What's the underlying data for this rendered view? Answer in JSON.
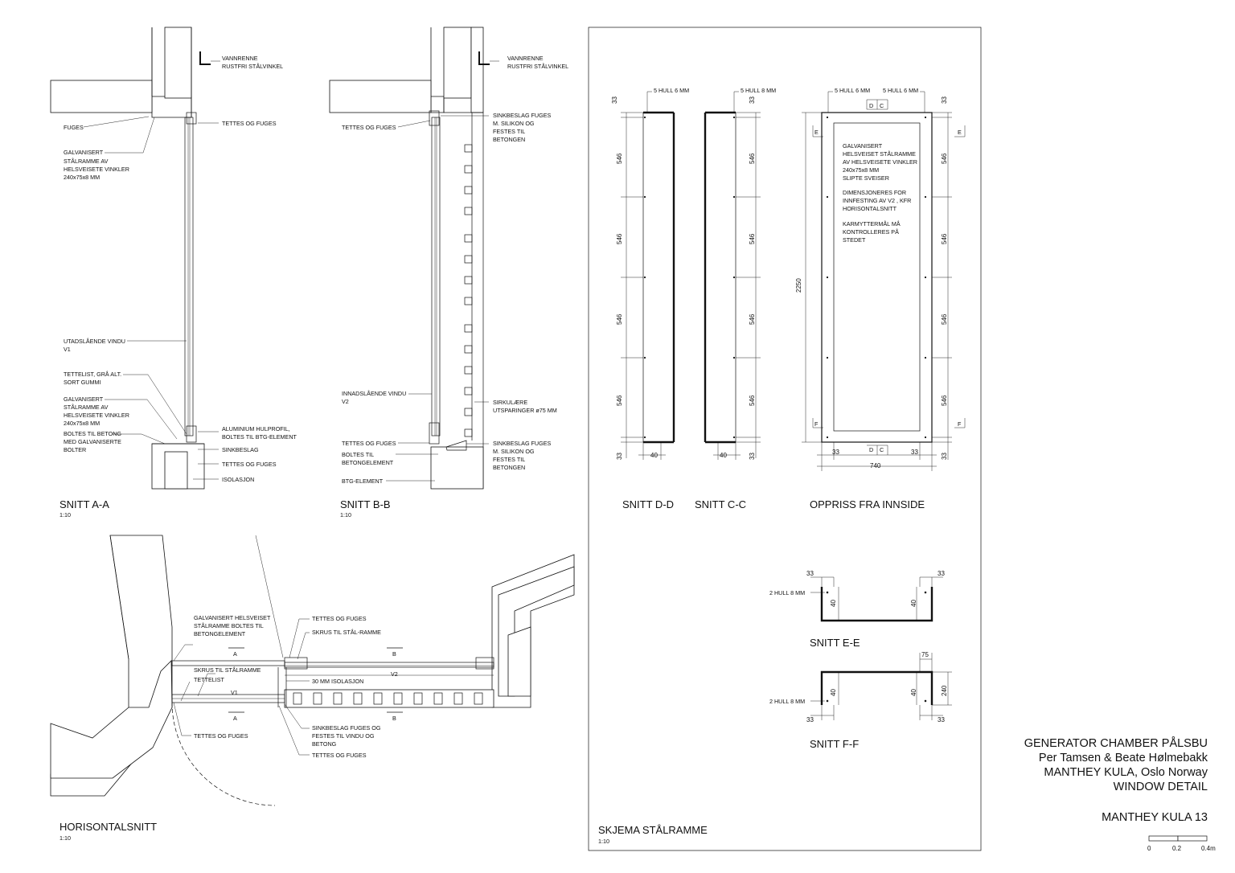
{
  "title_block": {
    "project": "GENERATOR CHAMBER PÅLSBU",
    "authors": "Per Tamsen & Beate Hølmebakk",
    "office": "MANTHEY KULA, Oslo Norway",
    "sheet": "WINDOW DETAIL",
    "number": "MANTHEY KULA 13"
  },
  "scale_bar": {
    "labels": [
      "0",
      "0.2",
      "0.4m"
    ]
  },
  "sections": {
    "a": {
      "title": "SNITT A-A",
      "scale": "1:10",
      "labels": [
        "VANNRENNE",
        "RUSTFRI STÅLVINKEL",
        "FUGES",
        "TETTES OG FUGES",
        "GALVANISERT",
        "STÅLRAMME AV",
        "HELSVEISETE VINKLER",
        "240x75x8 MM",
        "UTADSLÅENDE VINDU",
        "V1",
        "TETTELIST, GRÅ ALT.",
        "SORT GUMMI",
        "GALVANISERT",
        "STÅLRAMME AV",
        "HELSVEISETE VINKLER",
        "240x75x8 MM",
        "BOLTES TIL BETONG",
        "MED GALVANISERTE",
        "BOLTER",
        "ALUMINIUM HULPROFIL,",
        "BOLTES TIL BTG-ELEMENT",
        "SINKBESLAG",
        "TETTES OG FUGES",
        "ISOLASJON"
      ]
    },
    "b": {
      "title": "SNITT B-B",
      "scale": "1:10",
      "labels": [
        "VANNRENNE",
        "RUSTFRI STÅLVINKEL",
        "TETTES OG FUGES",
        "SINKBESLAG FUGES",
        "M. SILIKON OG",
        "FESTES TIL",
        "BETONGEN",
        "SIRKULÆRE",
        "UTSPARINGER ø75 MM",
        "INNADSLÅENDE VINDU",
        "V2",
        "TETTES OG FUGES",
        "BOLTES TIL",
        "BETONGELEMENT",
        "BTG-ELEMENT",
        "SINKBESLAG FUGES",
        "M. SILIKON OG",
        "FESTES TIL",
        "BETONGEN"
      ]
    },
    "h": {
      "title": "HORISONTALSNITT",
      "scale": "1:10",
      "labels": [
        "GALVANISERT HELSVEISET",
        "STÅLRAMME BOLTES TIL",
        "BETONGELEMENT",
        "SKRUS TIL STÅLRAMME",
        "TETTELIST",
        "V1",
        "TETTES OG FUGES",
        "TETTES OG FUGES",
        "SKRUS TIL STÅL-RAMME",
        "V2",
        "30 MM ISOLASJON",
        "SINKBESLAG FUGES OG",
        "FESTES TIL VINDU OG",
        "BETONG",
        "TETTES OG FUGES"
      ],
      "marks": [
        "A",
        "A",
        "B",
        "B"
      ]
    },
    "skjema": {
      "title": "SKJEMA STÅLRAMME",
      "scale": "1:10",
      "dd_title": "SNITT D-D",
      "cc_title": "SNITT C-C",
      "opp_title": "OPPRISS FRA INNSIDE",
      "ee_title": "SNITT E-E",
      "ff_title": "SNITT F-F",
      "hull_6": "5 HULL 6 MM",
      "hull_8": "5 HULL 8 MM",
      "hull_2_8": "2 HULL 8 MM",
      "dims": [
        "33",
        "546",
        "546",
        "546",
        "546",
        "33",
        "40",
        "2250",
        "740",
        "75",
        "240"
      ],
      "note_lines": [
        "GALVANISERT",
        "HELSVEISET STÅLRAMME",
        "AV HELSVEISETE VINKLER",
        "240x75x8 MM",
        "SLIPTE SVEISER",
        "DIMENSJONERES FOR",
        "INNFESTING AV V2 , KFR",
        "HORISONTALSNITT",
        "KARMYTTERMÅL MÅ",
        "KONTROLLERES PÅ",
        "STEDET"
      ],
      "marks": [
        "D",
        "C",
        "E",
        "F"
      ]
    }
  }
}
